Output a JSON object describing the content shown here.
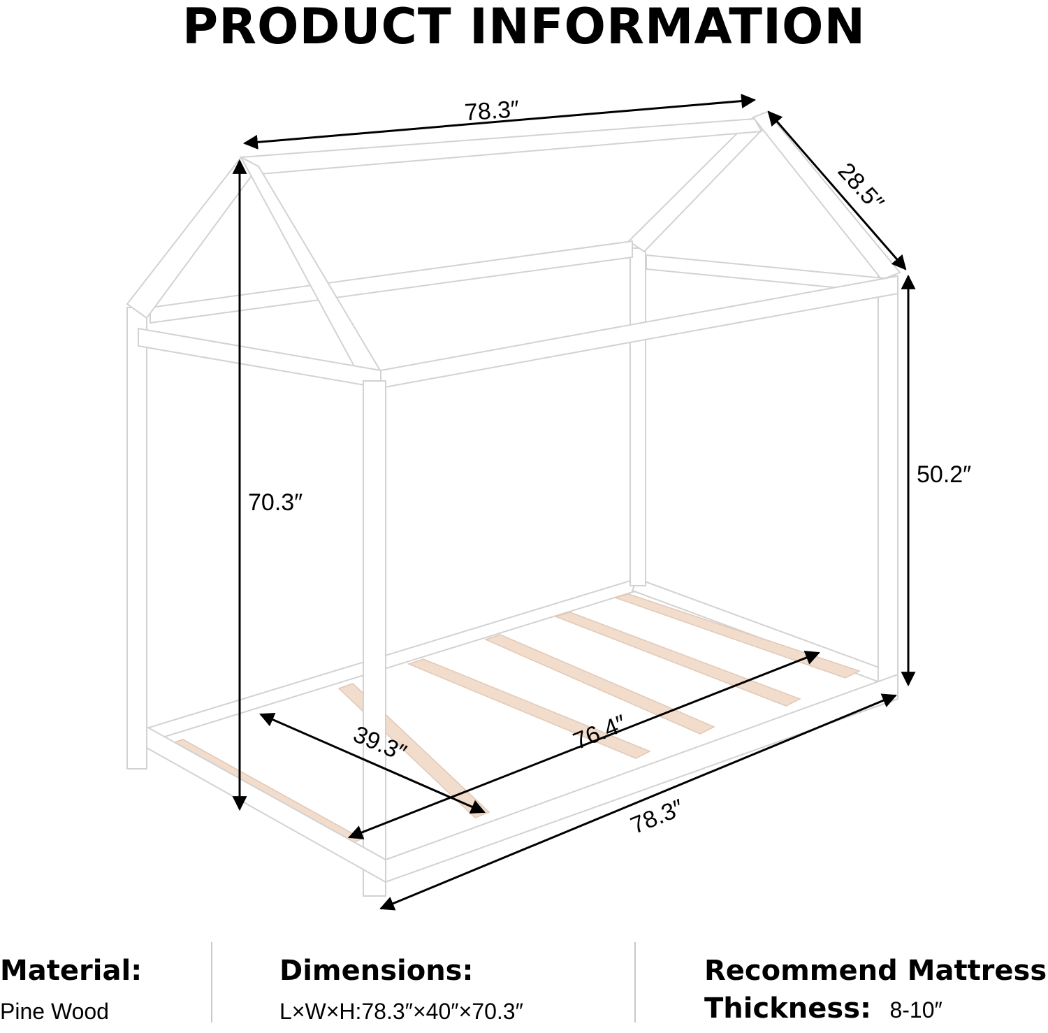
{
  "title": "PRODUCT INFORMATION",
  "colors": {
    "frame": "#ffffff",
    "frame_outline": "#d2d2d2",
    "slat": "#f2dccb",
    "dimension_line": "#000000"
  },
  "dimensions": {
    "top_length": "78.3″",
    "depth": "28.5″",
    "total_height": "70.3″",
    "side_height": "50.2″",
    "inner_length": "76.4″",
    "inner_width": "39.3″",
    "bottom_length": "78.3″"
  },
  "info": {
    "material": {
      "heading": "Material:",
      "value": "Pine Wood"
    },
    "dimensions": {
      "heading": "Dimensions:",
      "value": "L×W×H:78.3″×40″×70.3″"
    },
    "mattress": {
      "heading_line1": "Recommend Mattress",
      "heading_line2": "Thickness:",
      "value": "8-10″"
    }
  }
}
